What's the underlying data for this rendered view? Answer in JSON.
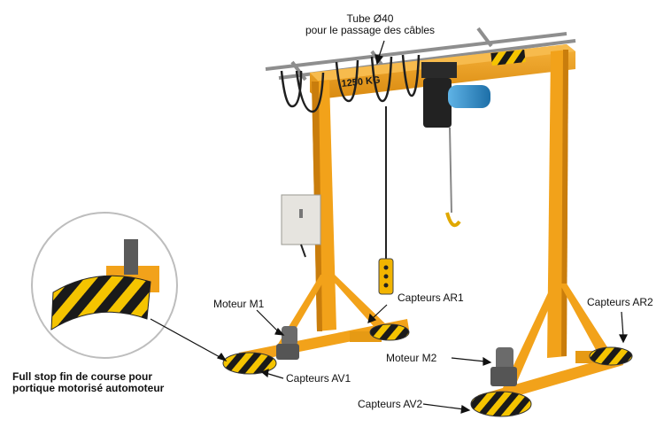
{
  "image": {
    "description_free": true,
    "plate_text": "1250 KG"
  },
  "labels": {
    "tube_line1": "Tube Ø40",
    "tube_line2": "pour le passage des câbles",
    "moteur_m1": "Moteur M1",
    "capteurs_ar1": "Capteurs AR1",
    "capteurs_ar2": "Capteurs AR2",
    "moteur_m2": "Moteur M2",
    "capteurs_av1": "Capteurs AV1",
    "capteurs_av2": "Capteurs AV2",
    "full_stop_line1": "Full stop fin de course pour",
    "full_stop_line2": "portique motorisé automoteur"
  },
  "colors": {
    "frame_orange": "#f2a21a",
    "frame_shadow": "#c97d0c",
    "hazard_black": "#1a1a1a",
    "hazard_yellow": "#f5c400",
    "motor_blue": "#2f8fd0",
    "hoist_black": "#222222",
    "rail_grey": "#9a9a9a",
    "cabinet_grey": "#e6e4df"
  },
  "icons": [
    "gantry-crane-illustration",
    "zoom-circle-icon",
    "arrow-pointer-icon"
  ]
}
